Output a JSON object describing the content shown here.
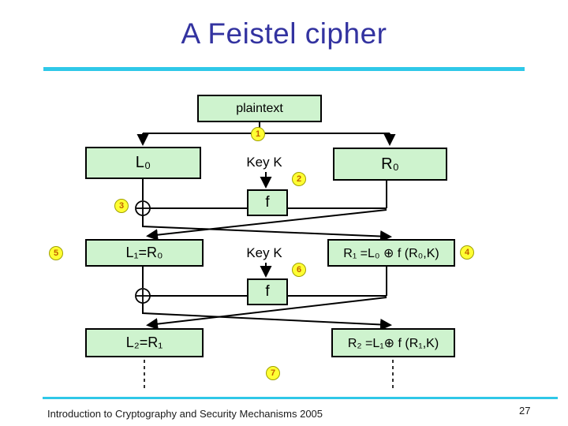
{
  "slide": {
    "title": "A Feistel cipher",
    "footer": "Introduction to Cryptography and Security Mechanisms 2005",
    "page_number": "27"
  },
  "diagram": {
    "plaintext": "plaintext",
    "left0": "L₀",
    "right0": "R₀",
    "key_top": "Key K",
    "key_mid": "Key K",
    "f_top": "f",
    "f_mid": "f",
    "left1": "L₁=R₀",
    "right1": "R₁ =L₀ ⊕ f (R₀,K)",
    "left2": "L₂=R₁",
    "right2": "R₂ =L₁⊕ f (R₁,K)",
    "steps": [
      "1",
      "2",
      "3",
      "4",
      "5",
      "6",
      "7"
    ],
    "icons": {
      "xor_icon": "⊕",
      "arrow_icon": "▼"
    }
  },
  "colors": {
    "title_text": "#3333A0",
    "accent_line": "#2FC8E8",
    "box_fill": "#CEF3CE",
    "box_border": "#000000",
    "step_fill": "#FFFF33",
    "step_border": "#A0A000",
    "step_text": "#C06000"
  }
}
